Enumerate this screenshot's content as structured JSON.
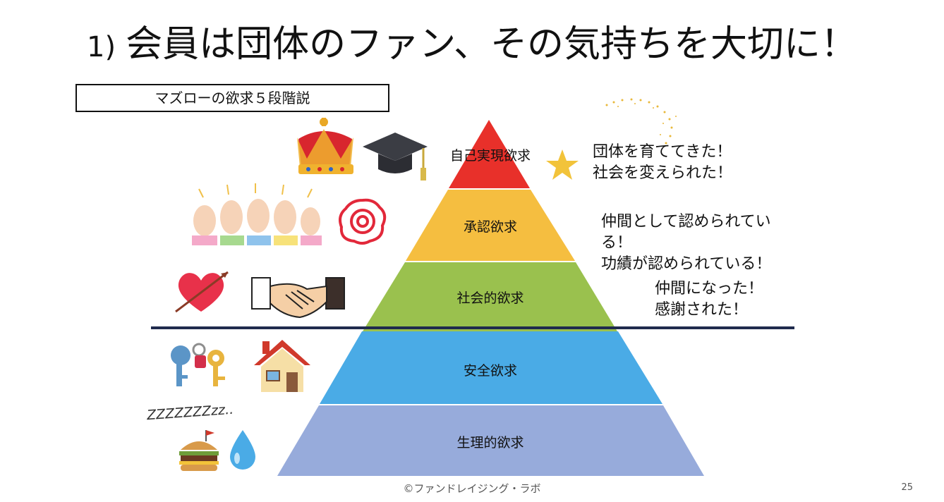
{
  "slide": {
    "title_num": "1)",
    "title_text": "会員は団体のファン、その気持ちを大切に！",
    "subtitle": "マズローの欲求５段階説",
    "footer": "©ファンドレイジング・ラボ",
    "page_number": "25"
  },
  "pyramid": {
    "levels": [
      {
        "label": "自己実現欲求",
        "color": "#e8302a"
      },
      {
        "label": "承認欲求",
        "color": "#f5be40"
      },
      {
        "label": "社会的欲求",
        "color": "#9ac14e"
      },
      {
        "label": "安全欲求",
        "color": "#4aabe6"
      },
      {
        "label": "生理的欲求",
        "color": "#97abdb"
      }
    ],
    "divider_color": "#1f2b4d"
  },
  "notes": {
    "top": [
      "団体を育ててきた！",
      "社会を変えられた！"
    ],
    "middle": [
      "仲間として認められてい",
      "る！",
      "功績が認められている！"
    ],
    "social": [
      "仲間になった！",
      "感謝された！"
    ]
  },
  "sleep_text": "ZZZZZZZzz..",
  "icons": [
    "crown-icon",
    "graduation-cap-icon",
    "star-icon",
    "sparkle-trail-icon",
    "clapping-hands-icon",
    "rose-icon",
    "heart-arrow-icon",
    "handshake-icon",
    "keys-icon",
    "house-icon",
    "hamburger-icon",
    "water-drop-icon"
  ]
}
